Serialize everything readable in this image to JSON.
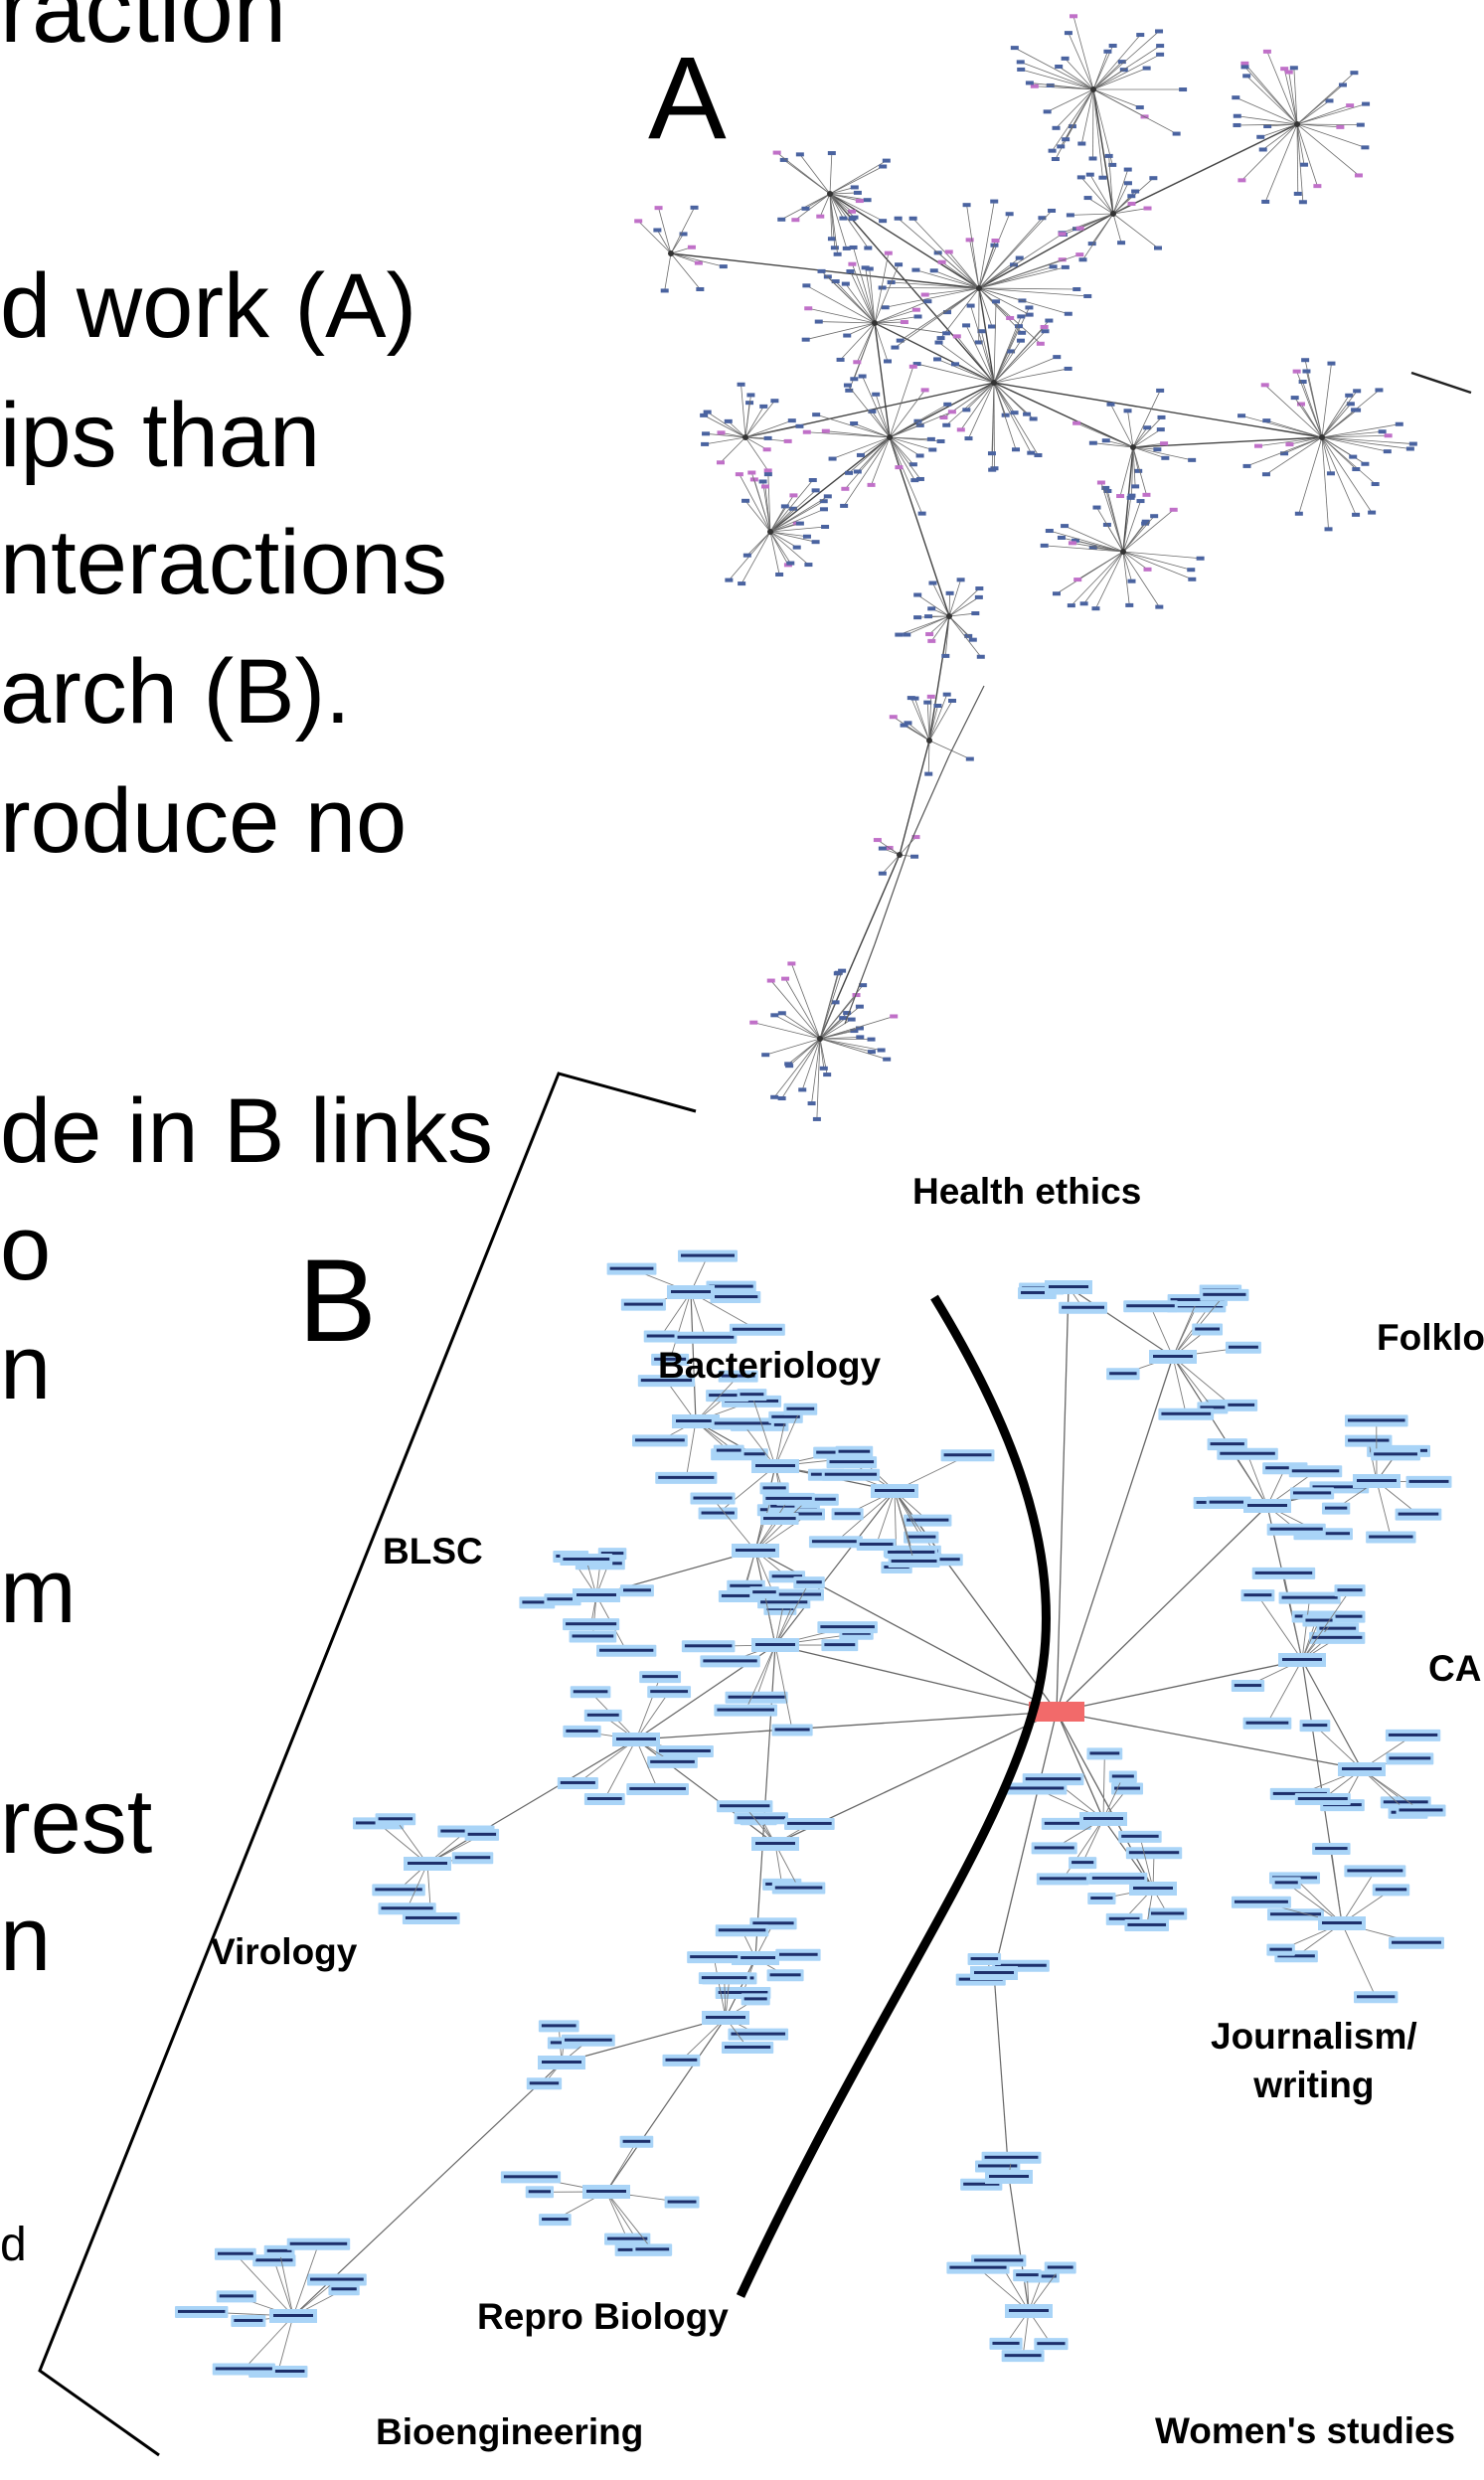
{
  "slide": {
    "title_fragment": "raction",
    "body_lines": [
      "d  work (A)",
      "ips than",
      "nteractions",
      "arch (B).",
      "roduce no",
      "de in B links",
      "o",
      "n",
      "m",
      "rest",
      "n",
      "d"
    ]
  },
  "panels": {
    "a_label": "A",
    "b_label": "B"
  },
  "clusters": {
    "health_ethics": "Health ethics",
    "bacteriology": "Bacteriology",
    "folklore": "Folklo",
    "blsc": "BLSC",
    "cam": "CA",
    "virology": "Virology",
    "journalism_1": "Journalism/",
    "journalism_2": "writing",
    "repro_biology": "Repro Biology",
    "bioengineering": "Bioengineering",
    "womens_studies": "Women's studies"
  },
  "colors": {
    "node_fill": "#a9d4f7",
    "highlight_node": "#f26a6a",
    "edge": "#555555",
    "divider": "#000000"
  }
}
